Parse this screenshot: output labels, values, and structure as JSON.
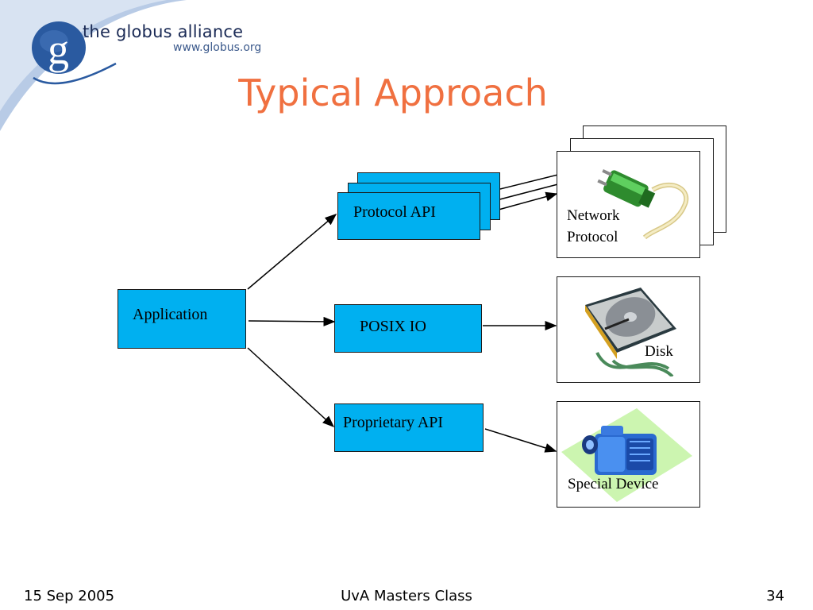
{
  "header": {
    "brand_name": "the globus alliance",
    "brand_url": "www.globus.org",
    "logo_letter": "g"
  },
  "slide": {
    "title": "Typical Approach"
  },
  "diagram": {
    "application": "Application",
    "apis": {
      "protocol": "Protocol API",
      "posix": "POSIX IO",
      "proprietary": "Proprietary API"
    },
    "targets": {
      "network_line1": "Network",
      "network_line2": "Protocol",
      "disk": "Disk",
      "special_device": "Special Device"
    },
    "icons": [
      "network-plug-icon",
      "hard-disk-icon",
      "camcorder-icon"
    ]
  },
  "footer": {
    "date": "15 Sep 2005",
    "course": "UvA Masters Class",
    "page": "34"
  },
  "colors": {
    "accent_title": "#f07040",
    "box_fill": "#00b0f0",
    "logo_blue": "#2a5aa0"
  }
}
